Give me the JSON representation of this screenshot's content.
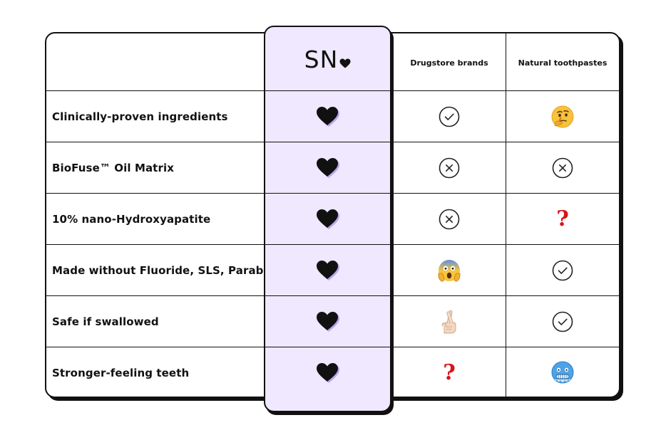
{
  "brand": {
    "logo_text": "SN",
    "logo_mark": "heart-icon",
    "accent_bg": "#efe8ff"
  },
  "columns": {
    "drugstore": "Drugstore brands",
    "natural": "Natural toothpastes"
  },
  "rows": [
    {
      "label": "Clinically-proven ingredients",
      "brand": "heart-icon",
      "drugstore": "check-circle-icon",
      "natural": "thinking-face-emoji"
    },
    {
      "label": "BioFuse™ Oil Matrix",
      "brand": "heart-icon",
      "drugstore": "x-circle-icon",
      "natural": "x-circle-icon"
    },
    {
      "label": "10% nano-Hydroxyapatite",
      "brand": "heart-icon",
      "drugstore": "x-circle-icon",
      "natural": "question-mark-icon"
    },
    {
      "label": "Made without Fluoride, SLS, Parabens",
      "brand": "heart-icon",
      "drugstore": "screaming-face-emoji",
      "natural": "check-circle-icon"
    },
    {
      "label": "Safe if swallowed",
      "brand": "heart-icon",
      "drugstore": "crossed-fingers-emoji",
      "natural": "check-circle-icon"
    },
    {
      "label": "Stronger-feeling teeth",
      "brand": "heart-icon",
      "drugstore": "question-mark-icon",
      "natural": "cold-face-emoji"
    }
  ],
  "glyphs": {
    "question": "?"
  }
}
